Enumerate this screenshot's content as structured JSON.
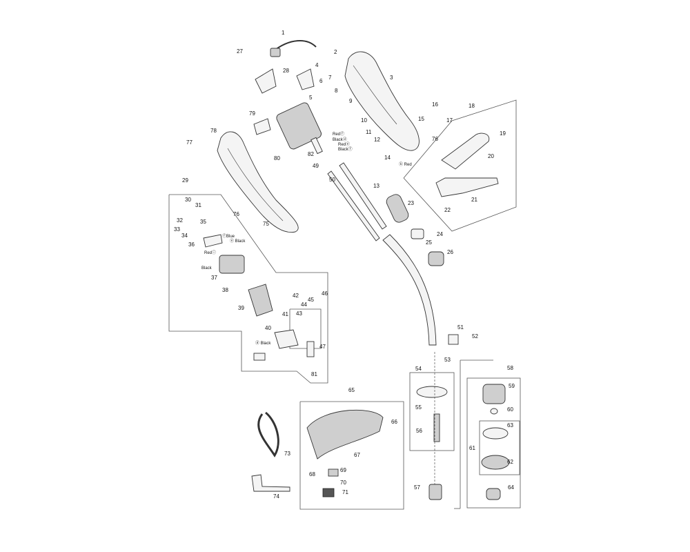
{
  "callouts": [
    {
      "id": "c1",
      "label": "1"
    },
    {
      "id": "c2",
      "label": "2"
    },
    {
      "id": "c3",
      "label": "3"
    },
    {
      "id": "c4",
      "label": "4"
    },
    {
      "id": "c5",
      "label": "5"
    },
    {
      "id": "c6",
      "label": "6"
    },
    {
      "id": "c7",
      "label": "7"
    },
    {
      "id": "c8",
      "label": "8"
    },
    {
      "id": "c9",
      "label": "9"
    },
    {
      "id": "c10",
      "label": "10"
    },
    {
      "id": "c11",
      "label": "11"
    },
    {
      "id": "c12",
      "label": "12"
    },
    {
      "id": "c13",
      "label": "13"
    },
    {
      "id": "c14",
      "label": "14"
    },
    {
      "id": "c15",
      "label": "15"
    },
    {
      "id": "c16",
      "label": "16"
    },
    {
      "id": "c17",
      "label": "17"
    },
    {
      "id": "c18",
      "label": "18"
    },
    {
      "id": "c19",
      "label": "19"
    },
    {
      "id": "c20",
      "label": "20"
    },
    {
      "id": "c21",
      "label": "21"
    },
    {
      "id": "c22",
      "label": "22"
    },
    {
      "id": "c23",
      "label": "23"
    },
    {
      "id": "c24",
      "label": "24"
    },
    {
      "id": "c25",
      "label": "25"
    },
    {
      "id": "c26",
      "label": "26"
    },
    {
      "id": "c27",
      "label": "27"
    },
    {
      "id": "c28",
      "label": "28"
    },
    {
      "id": "c29",
      "label": "29"
    },
    {
      "id": "c30",
      "label": "30"
    },
    {
      "id": "c31",
      "label": "31"
    },
    {
      "id": "c32",
      "label": "32"
    },
    {
      "id": "c33",
      "label": "33"
    },
    {
      "id": "c34",
      "label": "34"
    },
    {
      "id": "c35",
      "label": "35"
    },
    {
      "id": "c36",
      "label": "36"
    },
    {
      "id": "c37",
      "label": "37"
    },
    {
      "id": "c38",
      "label": "38"
    },
    {
      "id": "c39",
      "label": "39"
    },
    {
      "id": "c40",
      "label": "40"
    },
    {
      "id": "c41",
      "label": "41"
    },
    {
      "id": "c42",
      "label": "42"
    },
    {
      "id": "c43",
      "label": "43"
    },
    {
      "id": "c44",
      "label": "44"
    },
    {
      "id": "c45",
      "label": "45"
    },
    {
      "id": "c46",
      "label": "46"
    },
    {
      "id": "c47",
      "label": "47"
    },
    {
      "id": "c49",
      "label": "49"
    },
    {
      "id": "c50",
      "label": "50"
    },
    {
      "id": "c51",
      "label": "51"
    },
    {
      "id": "c52",
      "label": "52"
    },
    {
      "id": "c53",
      "label": "53"
    },
    {
      "id": "c54",
      "label": "54"
    },
    {
      "id": "c55",
      "label": "55"
    },
    {
      "id": "c56",
      "label": "56"
    },
    {
      "id": "c57",
      "label": "57"
    },
    {
      "id": "c58",
      "label": "58"
    },
    {
      "id": "c59",
      "label": "59"
    },
    {
      "id": "c60",
      "label": "60"
    },
    {
      "id": "c61",
      "label": "61"
    },
    {
      "id": "c62",
      "label": "62"
    },
    {
      "id": "c63",
      "label": "63"
    },
    {
      "id": "c64",
      "label": "64"
    },
    {
      "id": "c65",
      "label": "65"
    },
    {
      "id": "c66",
      "label": "66"
    },
    {
      "id": "c67",
      "label": "67"
    },
    {
      "id": "c68",
      "label": "68"
    },
    {
      "id": "c69",
      "label": "69"
    },
    {
      "id": "c70",
      "label": "70"
    },
    {
      "id": "c71",
      "label": "71"
    },
    {
      "id": "c73",
      "label": "73"
    },
    {
      "id": "c74",
      "label": "74"
    },
    {
      "id": "c75",
      "label": "75"
    },
    {
      "id": "c76a",
      "label": "76"
    },
    {
      "id": "c76b",
      "label": "76"
    },
    {
      "id": "c77",
      "label": "77"
    },
    {
      "id": "c78",
      "label": "78"
    },
    {
      "id": "c79",
      "label": "79"
    },
    {
      "id": "c80",
      "label": "80"
    },
    {
      "id": "c81",
      "label": "81"
    },
    {
      "id": "c82",
      "label": "82"
    }
  ],
  "wire_labels": {
    "red_f": "Redⓕ",
    "black_d": "Blackⓓ",
    "red_e": "Redⓔ",
    "black_f": "Blackⓕ",
    "red_b": "ⓑ Red",
    "blue": "ⓕBlue",
    "black_e": "ⓔ Black",
    "red_i": "Redⓘ",
    "black_left": "Black",
    "black_bottom": "ⓓ Black"
  }
}
